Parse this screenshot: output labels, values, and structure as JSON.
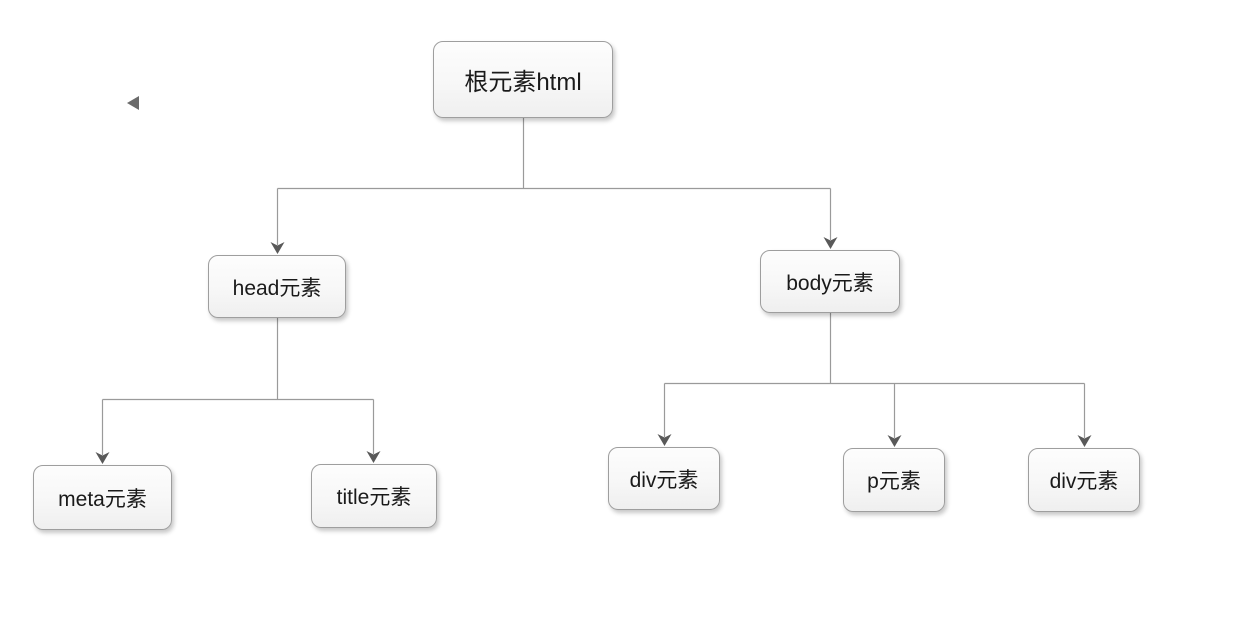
{
  "background_color": "#ffffff",
  "icons": {
    "back_arrow": "left-pointing-triangle"
  },
  "colors": {
    "connector_line": "#9a9a9a",
    "arrowhead": "#595959",
    "node_border": "#9e9e9e",
    "node_fill_top": "#fdfdfd",
    "node_fill_bottom": "#efefef",
    "node_text": "#1a1a1a",
    "back_arrow": "#6b6b6b"
  },
  "diagram": {
    "type": "tree",
    "nodes": {
      "root": {
        "label": "根元素html"
      },
      "head": {
        "label": "head元素"
      },
      "body": {
        "label": "body元素"
      },
      "meta": {
        "label": "meta元素"
      },
      "title": {
        "label": "title元素"
      },
      "div1": {
        "label": "div元素"
      },
      "p": {
        "label": "p元素"
      },
      "div2": {
        "label": "div元素"
      }
    },
    "edges": [
      {
        "from": "root",
        "to": "head"
      },
      {
        "from": "root",
        "to": "body"
      },
      {
        "from": "head",
        "to": "meta"
      },
      {
        "from": "head",
        "to": "title"
      },
      {
        "from": "body",
        "to": "div1"
      },
      {
        "from": "body",
        "to": "p"
      },
      {
        "from": "body",
        "to": "div2"
      }
    ]
  }
}
